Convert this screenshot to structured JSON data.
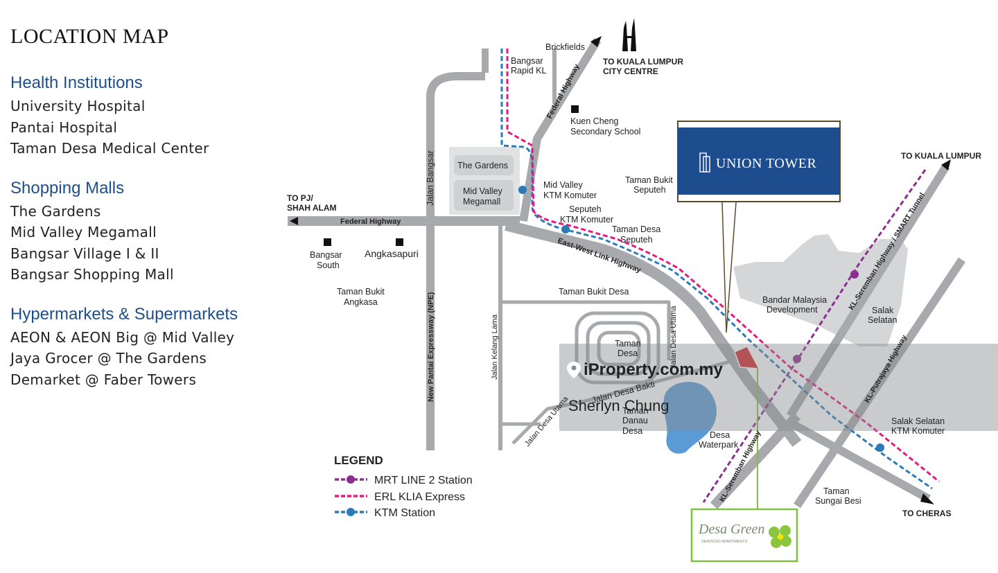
{
  "title": "LOCATION MAP",
  "categories": [
    {
      "name": "Health Institutions",
      "items": [
        "University Hospital",
        "Pantai Hospital",
        "Taman Desa Medical Center"
      ]
    },
    {
      "name": "Shopping Malls",
      "items": [
        "The Gardens",
        "Mid Valley Megamall",
        "Bangsar Village I & II",
        "Bangsar Shopping Mall"
      ]
    },
    {
      "name": "Hypermarkets & Supermarkets",
      "items": [
        "AEON & AEON Big @ Mid Valley",
        "Jaya Grocer @ The Gardens",
        "Demarket @ Faber Towers"
      ]
    }
  ],
  "map": {
    "places": {
      "brickfields": "Brickfields",
      "to_klcc_1": "TO KUALA LUMPUR",
      "to_klcc_2": "CITY CENTRE",
      "bangsar_rapid_1": "Bangsar",
      "bangsar_rapid_2": "Rapid KL",
      "kuen_cheng_1": "Kuen Cheng",
      "kuen_cheng_2": "Secondary School",
      "the_gardens": "The Gardens",
      "mid_valley_1": "Mid Valley",
      "mid_valley_2": "Megamall",
      "mv_ktm_1": "Mid Valley",
      "mv_ktm_2": "KTM Komuter",
      "seputeh_ktm_1": "Seputeh",
      "seputeh_ktm_2": "KTM Komuter",
      "taman_bukit_seputeh_1": "Taman Bukit",
      "taman_bukit_seputeh_2": "Seputeh",
      "taman_desa_seputeh_1": "Taman Desa",
      "taman_desa_seputeh_2": "Seputeh",
      "to_kl": "TO KUALA LUMPUR",
      "to_pj_1": "TO PJ/",
      "to_pj_2": "SHAH ALAM",
      "bangsar_south_1": "Bangsar",
      "bangsar_south_2": "South",
      "angkasapuri": "Angkasapuri",
      "taman_bukit_angkasa_1": "Taman Bukit",
      "taman_bukit_angkasa_2": "Angkasa",
      "taman_bukit_desa": "Taman Bukit Desa",
      "taman_desa_1": "Taman",
      "taman_desa_2": "Desa",
      "bandar_malaysia_1": "Bandar Malaysia",
      "bandar_malaysia_2": "Development",
      "salak_selatan_1": "Salak",
      "salak_selatan_2": "Selatan",
      "salak_ktm_1": "Salak Selatan",
      "salak_ktm_2": "KTM Komuter",
      "taman_danau_1": "Taman",
      "taman_danau_2": "Danau",
      "taman_danau_3": "Desa",
      "desa_waterpark_1": "Desa",
      "desa_waterpark_2": "Waterpark",
      "taman_sungai_besi_1": "Taman",
      "taman_sungai_besi_2": "Sungai Besi",
      "to_cheras": "TO CHERAS"
    },
    "roads": {
      "federal_highway_h": "Federal Highway",
      "federal_highway_d": "Federal Highway",
      "jalan_bangsar": "Jalan Bangsar",
      "npe": "New Pantai Expressway (NPE)",
      "jalan_kelang_lama": "Jalan Kelang Lama",
      "east_west": "East-West Link Highway",
      "jalan_desa_utama_v": "Jalan Desa Utama",
      "jalan_desa_utama_d": "Jalan Desa Utama",
      "jalan_desa_bakti": "Jalan Desa Bakti",
      "kl_seremban_top": "KL-Seremban Highway / SMART Tunnel",
      "kl_putrajaya": "KL-Putrajaya Highway",
      "kl_seremban_bottom": "KL-Seremban Highway"
    },
    "union_tower": "UNION TOWER",
    "desa_green": "Desa Green",
    "desa_green_sub": "SERVICED APARTMENTS",
    "watermark": "iProperty.com.my",
    "watermark_user": "Sherlyn Chung",
    "colors": {
      "mrt": "#8a2e91",
      "erl": "#e6197f",
      "ktm": "#2a7ab8",
      "road": "#a7a9ac",
      "union_blue": "#1e4d8f",
      "lake": "#5b9bd5",
      "highlight": "#d6242a",
      "green": "#7dc142"
    }
  },
  "legend": {
    "title": "LEGEND",
    "items": [
      {
        "label": "MRT LINE 2 Station",
        "icon": "mrt-line-icon"
      },
      {
        "label": "ERL KLIA Express",
        "icon": "erl-line-icon"
      },
      {
        "label": "KTM Station",
        "icon": "ktm-line-icon"
      }
    ]
  }
}
